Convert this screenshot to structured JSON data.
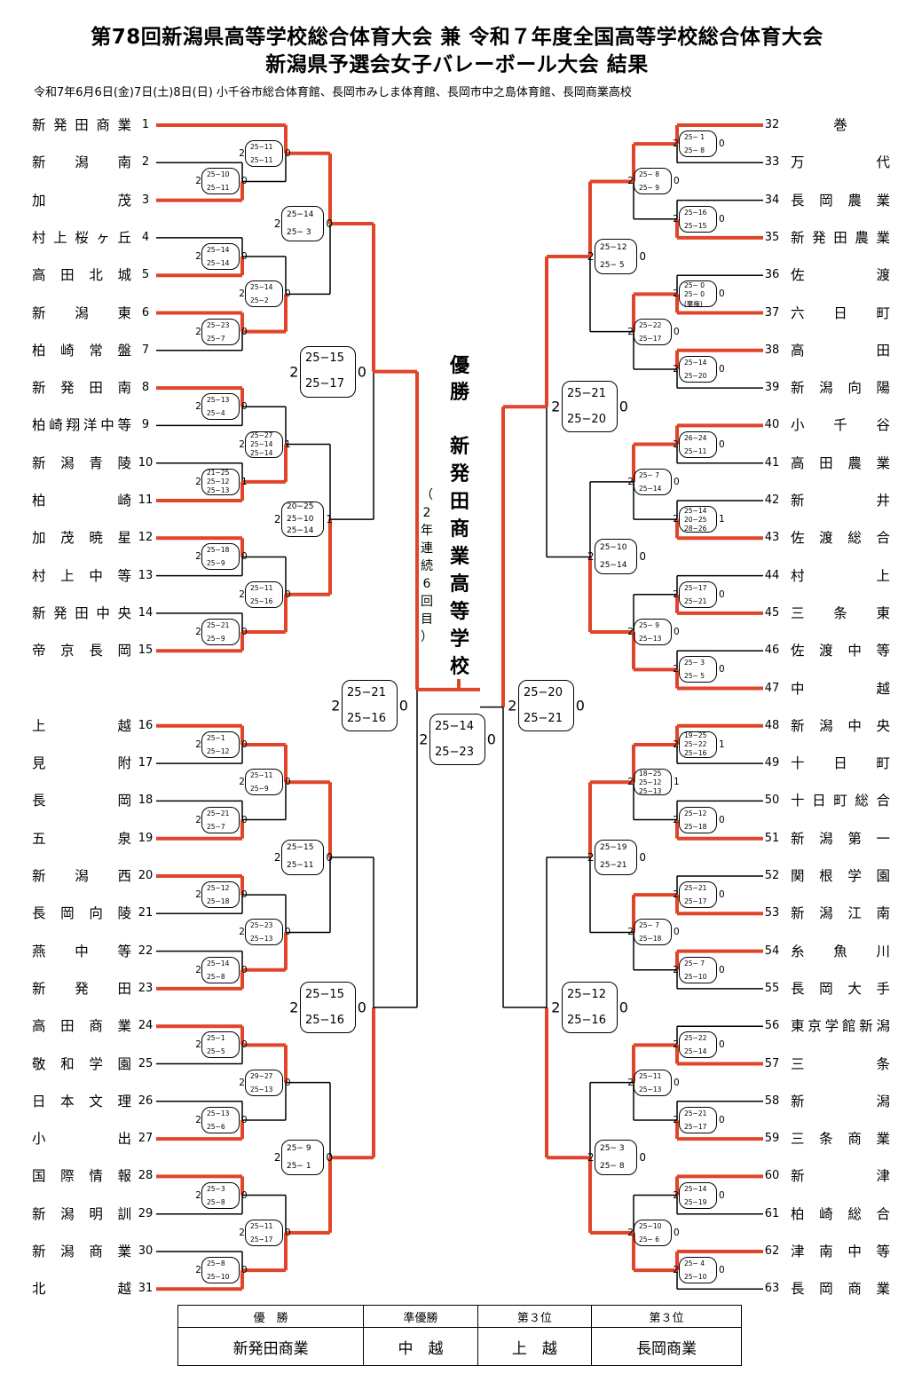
{
  "title_line1": "第78回新潟県高等学校総合体育大会 兼 令和７年度全国高等学校総合体育大会",
  "title_line2": "新潟県予選会女子バレーボール大会 結果",
  "subtitle": "令和7年6月6日(金)7日(土)8日(日) 小千谷市総合体育館、長岡市みしま体育館、長岡市中之島体育館、長岡商業高校",
  "champion_label": "優勝",
  "champion_name": "新発田商業高等学校",
  "champion_note": "（2年連続6回目）",
  "colors": {
    "winner_line": "#e0452a",
    "loser_line": "#000000"
  },
  "teams_left": [
    {
      "seed": "1",
      "name": "新発田商業"
    },
    {
      "seed": "2",
      "name": "新潟南"
    },
    {
      "seed": "3",
      "name": "加茂"
    },
    {
      "seed": "4",
      "name": "村上桜ヶ丘"
    },
    {
      "seed": "5",
      "name": "高田北城"
    },
    {
      "seed": "6",
      "name": "新潟東"
    },
    {
      "seed": "7",
      "name": "柏崎常盤"
    },
    {
      "seed": "8",
      "name": "新発田南"
    },
    {
      "seed": "9",
      "name": "柏崎翔洋中等"
    },
    {
      "seed": "10",
      "name": "新潟青陵"
    },
    {
      "seed": "11",
      "name": "柏崎"
    },
    {
      "seed": "12",
      "name": "加茂暁星"
    },
    {
      "seed": "13",
      "name": "村上中等"
    },
    {
      "seed": "14",
      "name": "新発田中央"
    },
    {
      "seed": "15",
      "name": "帝京長岡"
    },
    {
      "seed": "16",
      "name": "上越"
    },
    {
      "seed": "17",
      "name": "見附"
    },
    {
      "seed": "18",
      "name": "長岡"
    },
    {
      "seed": "19",
      "name": "五泉"
    },
    {
      "seed": "20",
      "name": "新潟西"
    },
    {
      "seed": "21",
      "name": "長岡向陵"
    },
    {
      "seed": "22",
      "name": "燕中等"
    },
    {
      "seed": "23",
      "name": "新発田"
    },
    {
      "seed": "24",
      "name": "高田商業"
    },
    {
      "seed": "25",
      "name": "敬和学園"
    },
    {
      "seed": "26",
      "name": "日本文理"
    },
    {
      "seed": "27",
      "name": "小出"
    },
    {
      "seed": "28",
      "name": "国際情報"
    },
    {
      "seed": "29",
      "name": "新潟明訓"
    },
    {
      "seed": "30",
      "name": "新潟商業"
    },
    {
      "seed": "31",
      "name": "北越"
    }
  ],
  "teams_right": [
    {
      "seed": "32",
      "name": "巻"
    },
    {
      "seed": "33",
      "name": "万代"
    },
    {
      "seed": "34",
      "name": "長岡農業"
    },
    {
      "seed": "35",
      "name": "新発田農業"
    },
    {
      "seed": "36",
      "name": "佐渡"
    },
    {
      "seed": "37",
      "name": "六日町"
    },
    {
      "seed": "38",
      "name": "高田"
    },
    {
      "seed": "39",
      "name": "新潟向陽"
    },
    {
      "seed": "40",
      "name": "小千谷"
    },
    {
      "seed": "41",
      "name": "高田農業"
    },
    {
      "seed": "42",
      "name": "新井"
    },
    {
      "seed": "43",
      "name": "佐渡総合"
    },
    {
      "seed": "44",
      "name": "村上"
    },
    {
      "seed": "45",
      "name": "三条東"
    },
    {
      "seed": "46",
      "name": "佐渡中等"
    },
    {
      "seed": "47",
      "name": "中越"
    },
    {
      "seed": "48",
      "name": "新潟中央"
    },
    {
      "seed": "49",
      "name": "十日町"
    },
    {
      "seed": "50",
      "name": "十日町総合"
    },
    {
      "seed": "51",
      "name": "新潟第一"
    },
    {
      "seed": "52",
      "name": "関根学園"
    },
    {
      "seed": "53",
      "name": "新潟江南"
    },
    {
      "seed": "54",
      "name": "糸魚川"
    },
    {
      "seed": "55",
      "name": "長岡大手"
    },
    {
      "seed": "56",
      "name": "東京学館新潟"
    },
    {
      "seed": "57",
      "name": "三条"
    },
    {
      "seed": "58",
      "name": "新潟"
    },
    {
      "seed": "59",
      "name": "三条商業"
    },
    {
      "seed": "60",
      "name": "新津"
    },
    {
      "seed": "61",
      "name": "柏崎総合"
    },
    {
      "seed": "62",
      "name": "津南中等"
    },
    {
      "seed": "63",
      "name": "長岡商業"
    }
  ],
  "results_left": [
    {
      "w": "2",
      "l": "0",
      "s": [
        "25−10",
        "25−11"
      ]
    },
    {
      "w": "2",
      "l": "0",
      "s": [
        "25−14",
        "25−14"
      ]
    },
    {
      "w": "2",
      "l": "0",
      "s": [
        "25−23",
        "25−7"
      ]
    },
    {
      "w": "2",
      "l": "0",
      "s": [
        "25−13",
        "25−4"
      ]
    },
    {
      "w": "2",
      "l": "1",
      "s": [
        "21−25",
        "25−12",
        "25−13"
      ]
    },
    {
      "w": "2",
      "l": "0",
      "s": [
        "25−18",
        "25−9"
      ]
    },
    {
      "w": "2",
      "l": "0",
      "s": [
        "25−21",
        "25−9"
      ]
    },
    {
      "w": "2",
      "l": "0",
      "s": [
        "25−11",
        "25−11"
      ]
    },
    {
      "w": "2",
      "l": "0",
      "s": [
        "25−14",
        "25−2"
      ]
    },
    {
      "w": "2",
      "l": "1",
      "s": [
        "25−27",
        "25−14",
        "25−14"
      ]
    },
    {
      "w": "2",
      "l": "0",
      "s": [
        "25−11",
        "25−16"
      ]
    },
    {
      "w": "2",
      "l": "0",
      "s": [
        "25−14",
        "25− 3"
      ]
    },
    {
      "w": "2",
      "l": "1",
      "s": [
        "20−25",
        "25−10",
        "25−14"
      ]
    },
    {
      "w": "2",
      "l": "0",
      "s": [
        "25−15",
        "25−17"
      ]
    },
    {
      "w": "2",
      "l": "0",
      "s": [
        "25−1",
        "25−12"
      ]
    },
    {
      "w": "2",
      "l": "0",
      "s": [
        "25−21",
        "25−7"
      ]
    },
    {
      "w": "2",
      "l": "0",
      "s": [
        "25−12",
        "25−18"
      ]
    },
    {
      "w": "2",
      "l": "0",
      "s": [
        "25−14",
        "25−8"
      ]
    },
    {
      "w": "2",
      "l": "0",
      "s": [
        "25−1",
        "25−5"
      ]
    },
    {
      "w": "2",
      "l": "0",
      "s": [
        "25−13",
        "25−6"
      ]
    },
    {
      "w": "2",
      "l": "0",
      "s": [
        "25−3",
        "25−8"
      ]
    },
    {
      "w": "2",
      "l": "0",
      "s": [
        "25−8",
        "25−10"
      ]
    },
    {
      "w": "2",
      "l": "0",
      "s": [
        "25−11",
        "25−9"
      ]
    },
    {
      "w": "2",
      "l": "0",
      "s": [
        "25−23",
        "25−13"
      ]
    },
    {
      "w": "2",
      "l": "0",
      "s": [
        "29−27",
        "25−13"
      ]
    },
    {
      "w": "2",
      "l": "0",
      "s": [
        "25−11",
        "25−17"
      ]
    },
    {
      "w": "2",
      "l": "0",
      "s": [
        "25−15",
        "25−11"
      ]
    },
    {
      "w": "2",
      "l": "0",
      "s": [
        "25− 9",
        "25− 1"
      ]
    },
    {
      "w": "2",
      "l": "0",
      "s": [
        "25−15",
        "25−16"
      ]
    },
    {
      "w": "2",
      "l": "0",
      "s": [
        "25−21",
        "25−16"
      ]
    }
  ],
  "results_right": [
    {
      "w": "2",
      "l": "0",
      "s": [
        "25− 1",
        "25− 8"
      ]
    },
    {
      "w": "2",
      "l": "0",
      "s": [
        "25−16",
        "25−15"
      ]
    },
    {
      "w": "2",
      "l": "0",
      "s": [
        "25− 0",
        "25− 0",
        "(棄権)"
      ]
    },
    {
      "w": "2",
      "l": "0",
      "s": [
        "25−14",
        "25−20"
      ]
    },
    {
      "w": "2",
      "l": "0",
      "s": [
        "26−24",
        "25−11"
      ]
    },
    {
      "w": "2",
      "l": "1",
      "s": [
        "25−14",
        "20−25",
        "28−26"
      ]
    },
    {
      "w": "2",
      "l": "0",
      "s": [
        "25−17",
        "25−21"
      ]
    },
    {
      "w": "2",
      "l": "0",
      "s": [
        "25− 3",
        "25− 5"
      ]
    },
    {
      "w": "2",
      "l": "0",
      "s": [
        "25− 8",
        "25− 9"
      ]
    },
    {
      "w": "2",
      "l": "0",
      "s": [
        "25−22",
        "25−17"
      ]
    },
    {
      "w": "2",
      "l": "0",
      "s": [
        "25− 7",
        "25−14"
      ]
    },
    {
      "w": "2",
      "l": "0",
      "s": [
        "25− 9",
        "25−13"
      ]
    },
    {
      "w": "2",
      "l": "0",
      "s": [
        "25−12",
        "25− 5"
      ]
    },
    {
      "w": "2",
      "l": "0",
      "s": [
        "25−10",
        "25−14"
      ]
    },
    {
      "w": "2",
      "l": "0",
      "s": [
        "25−21",
        "25−20"
      ]
    },
    {
      "w": "2",
      "l": "1",
      "s": [
        "19−25",
        "25−22",
        "25−16"
      ]
    },
    {
      "w": "2",
      "l": "0",
      "s": [
        "25−12",
        "25−18"
      ]
    },
    {
      "w": "2",
      "l": "0",
      "s": [
        "25−21",
        "25−17"
      ]
    },
    {
      "w": "2",
      "l": "0",
      "s": [
        "25− 7",
        "25−10"
      ]
    },
    {
      "w": "2",
      "l": "0",
      "s": [
        "25−22",
        "25−14"
      ]
    },
    {
      "w": "2",
      "l": "0",
      "s": [
        "25−21",
        "25−17"
      ]
    },
    {
      "w": "2",
      "l": "0",
      "s": [
        "25−14",
        "25−19"
      ]
    },
    {
      "w": "2",
      "l": "0",
      "s": [
        "25− 4",
        "25−10"
      ]
    },
    {
      "w": "2",
      "l": "1",
      "s": [
        "18−25",
        "25−12",
        "25−13"
      ]
    },
    {
      "w": "2",
      "l": "0",
      "s": [
        "25− 7",
        "25−18"
      ]
    },
    {
      "w": "2",
      "l": "0",
      "s": [
        "25−11",
        "25−13"
      ]
    },
    {
      "w": "2",
      "l": "0",
      "s": [
        "25−10",
        "25− 6"
      ]
    },
    {
      "w": "2",
      "l": "0",
      "s": [
        "25−19",
        "25−21"
      ]
    },
    {
      "w": "2",
      "l": "0",
      "s": [
        "25− 3",
        "25− 8"
      ]
    },
    {
      "w": "2",
      "l": "0",
      "s": [
        "25−12",
        "25−16"
      ]
    },
    {
      "w": "2",
      "l": "0",
      "s": [
        "25−20",
        "25−21"
      ]
    }
  ],
  "final": {
    "w": "2",
    "l": "0",
    "s": [
      "25−14",
      "25−23"
    ]
  },
  "standings": {
    "headers": [
      "優　勝",
      "準優勝",
      "第３位",
      "第３位"
    ],
    "values": [
      "新発田商業",
      "中　越",
      "上　越",
      "長岡商業"
    ]
  }
}
